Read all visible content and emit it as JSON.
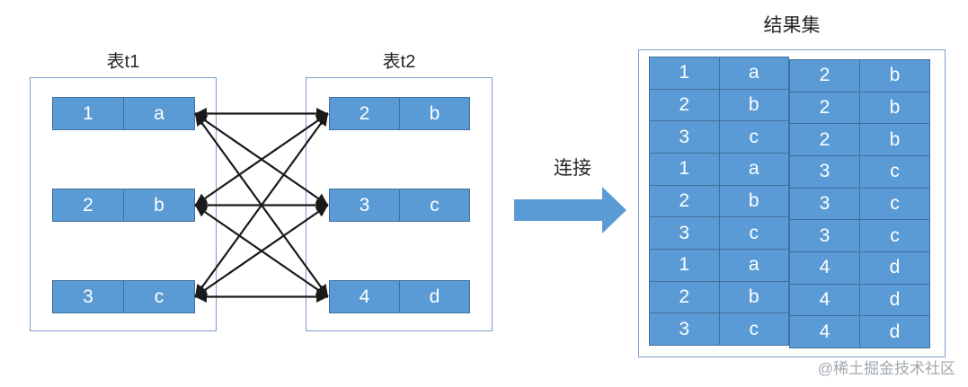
{
  "t1": {
    "title": "表t1",
    "rows": [
      [
        "1",
        "a"
      ],
      [
        "2",
        "b"
      ],
      [
        "3",
        "c"
      ]
    ]
  },
  "t2": {
    "title": "表t2",
    "rows": [
      [
        "2",
        "b"
      ],
      [
        "3",
        "c"
      ],
      [
        "4",
        "d"
      ]
    ]
  },
  "join": {
    "label": "连接"
  },
  "result": {
    "title": "结果集",
    "rows": [
      [
        "1",
        "a",
        "2",
        "b"
      ],
      [
        "2",
        "b",
        "2",
        "b"
      ],
      [
        "3",
        "c",
        "2",
        "b"
      ],
      [
        "1",
        "a",
        "3",
        "c"
      ],
      [
        "2",
        "b",
        "3",
        "c"
      ],
      [
        "3",
        "c",
        "3",
        "c"
      ],
      [
        "1",
        "a",
        "4",
        "d"
      ],
      [
        "2",
        "b",
        "4",
        "d"
      ],
      [
        "3",
        "c",
        "4",
        "d"
      ]
    ]
  },
  "connections": {
    "pairs": [
      [
        0,
        0
      ],
      [
        0,
        1
      ],
      [
        0,
        2
      ],
      [
        1,
        0
      ],
      [
        1,
        1
      ],
      [
        1,
        2
      ],
      [
        2,
        0
      ],
      [
        2,
        1
      ],
      [
        2,
        2
      ]
    ]
  },
  "watermark": "@稀土掘金技术社区",
  "colors": {
    "cell_fill": "#5B9BD5",
    "cell_border": "#41719C",
    "box_border": "#7B9BC8",
    "arrow_fill": "#5B9BD5",
    "line": "#1A1A1A",
    "title_text": "#262626",
    "cell_text": "#FFFFFF",
    "watermark": "#9199A1"
  }
}
